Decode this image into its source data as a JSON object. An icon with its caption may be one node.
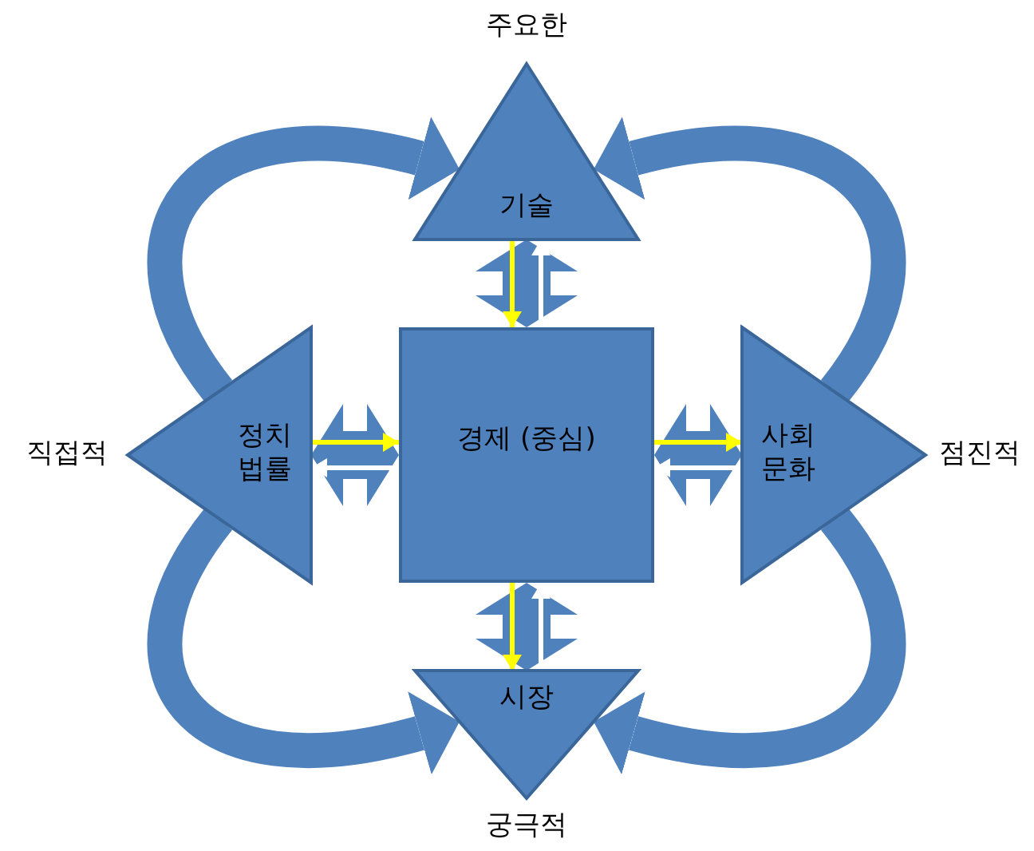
{
  "diagram": {
    "nodes": [
      {
        "text": [
          "기술"
        ],
        "beside": [
          "주요한"
        ]
      },
      {
        "text": [
          "정치 법률"
        ],
        "beside": [
          "직접적"
        ]
      },
      {
        "text": [
          "경제 (중심)"
        ]
      },
      {
        "text": [
          "사회 문화"
        ],
        "beside": [
          "점진적"
        ]
      },
      {
        "text": [
          "시장"
        ],
        "beside": [
          "궁극적"
        ]
      }
    ],
    "edges": [
      {
        "from": 0,
        "to": 2,
        "arrow": "both",
        "style": "thick"
      },
      {
        "from": 1,
        "to": 2,
        "arrow": "both",
        "style": "thick"
      },
      {
        "from": 3,
        "to": 2,
        "arrow": "both",
        "style": "thick"
      },
      {
        "from": 4,
        "to": 2,
        "arrow": "both",
        "style": "thick"
      },
      {
        "from": 0,
        "to": 2,
        "arrow": "to",
        "color": "#ffff00"
      },
      {
        "from": 2,
        "to": 0,
        "arrow": "to",
        "color": "#ffffff"
      },
      {
        "from": 1,
        "to": 2,
        "arrow": "to",
        "color": "#ffff00"
      },
      {
        "from": 2,
        "to": 1,
        "arrow": "to",
        "color": "#ffffff"
      },
      {
        "from": 2,
        "to": 3,
        "arrow": "to",
        "color": "#ffff00"
      },
      {
        "from": 3,
        "to": 2,
        "arrow": "to",
        "color": "#ffffff"
      },
      {
        "from": 2,
        "to": 4,
        "arrow": "to",
        "color": "#ffff00"
      },
      {
        "from": 4,
        "to": 2,
        "arrow": "to",
        "color": "#ffffff"
      },
      {
        "from": 1,
        "to": 0,
        "arrow": "to",
        "style": "thick"
      },
      {
        "from": 3,
        "to": 0,
        "arrow": "to",
        "style": "thick"
      },
      {
        "from": 1,
        "to": 4,
        "arrow": "to",
        "style": "thick"
      },
      {
        "from": 3,
        "to": 4,
        "arrow": "to",
        "style": "thick"
      }
    ]
  }
}
